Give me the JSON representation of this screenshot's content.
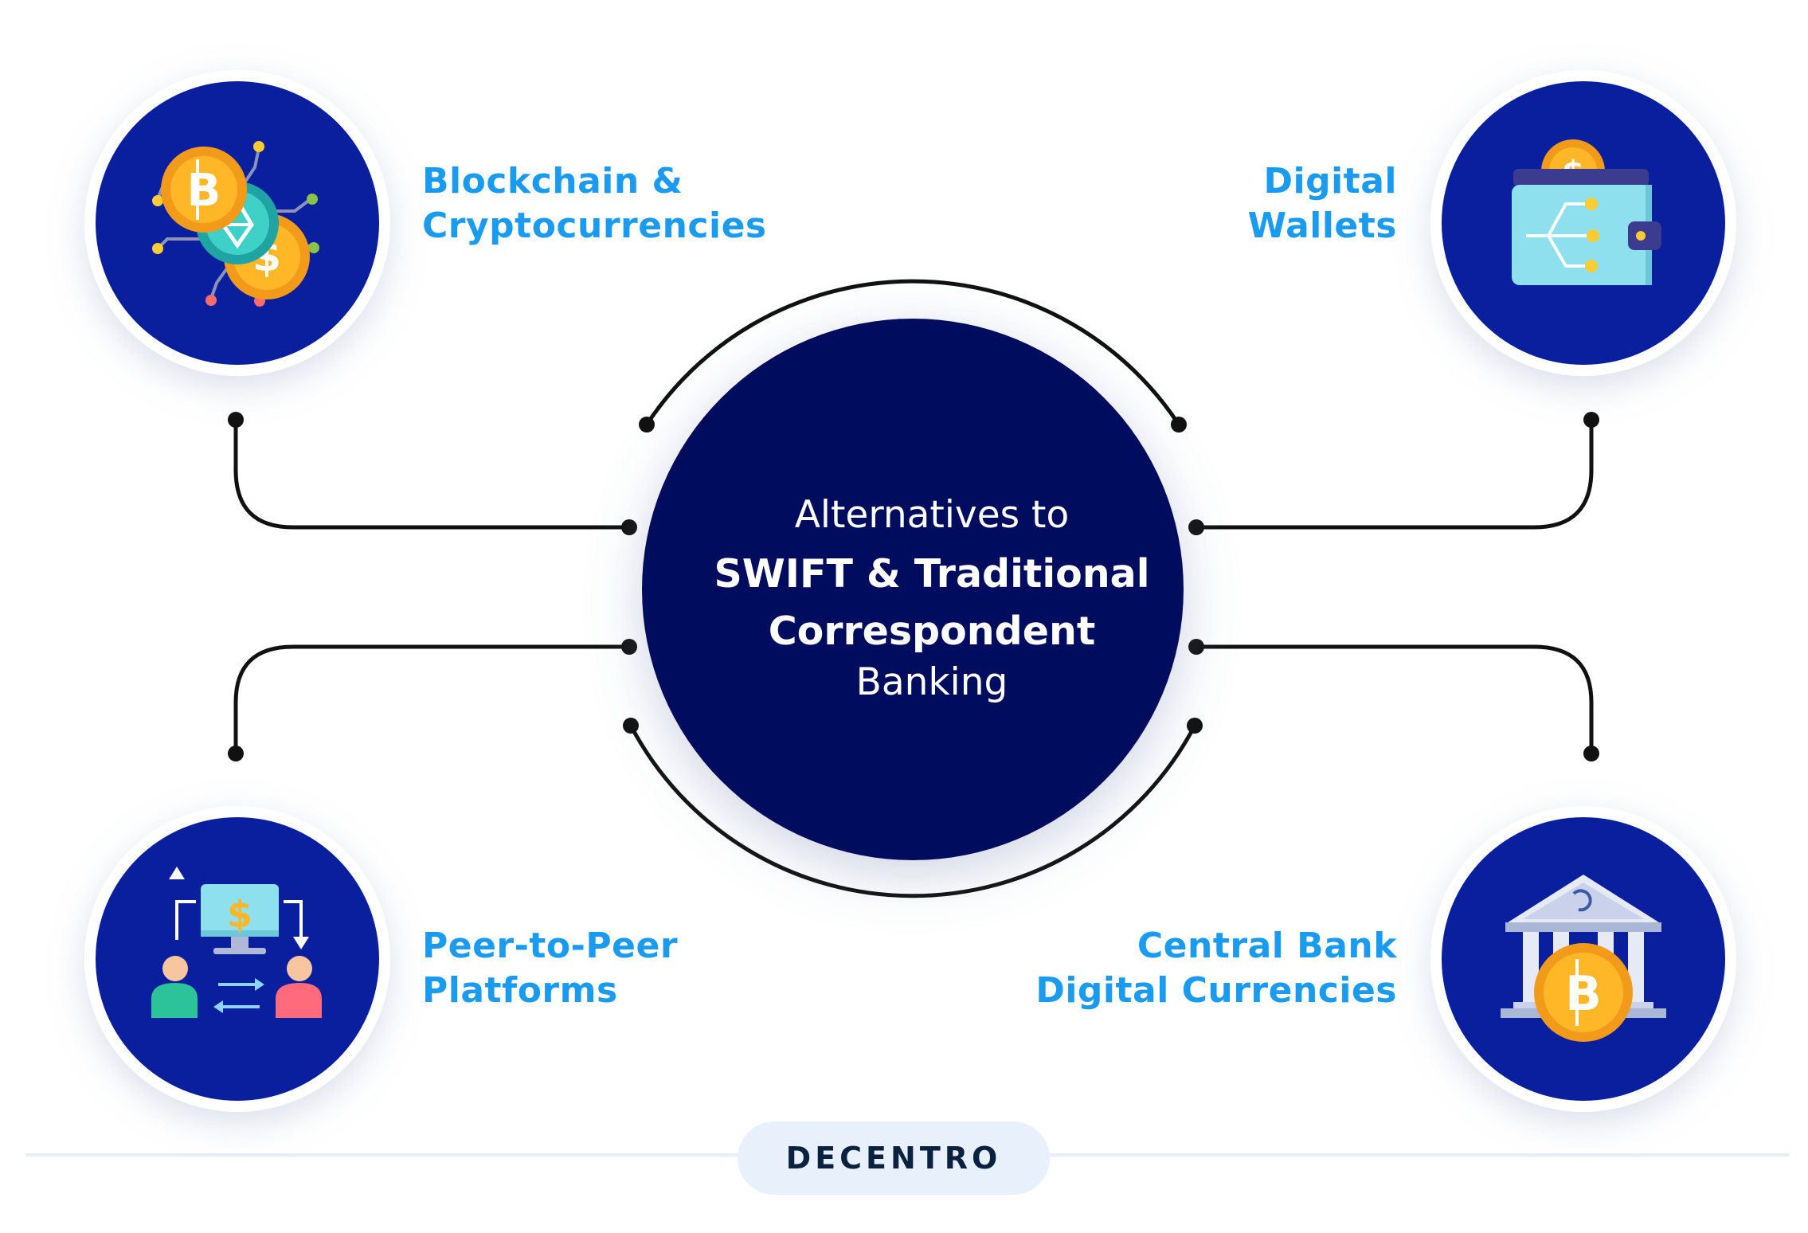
{
  "center": {
    "line1": "Alternatives to",
    "line2": "SWIFT & Traditional",
    "line3": "Correspondent",
    "line4": "Banking"
  },
  "nodes": [
    {
      "lines": [
        "Blockchain &",
        "Cryptocurrencies"
      ],
      "icon": "crypto-coins-icon"
    },
    {
      "lines": [
        "Digital",
        "Wallets"
      ],
      "icon": "digital-wallet-icon"
    },
    {
      "lines": [
        "Peer-to-Peer",
        "Platforms"
      ],
      "icon": "peer-transfer-icon"
    },
    {
      "lines": [
        "Central Bank",
        "Digital Currencies"
      ],
      "icon": "central-bank-bitcoin-icon"
    }
  ],
  "brand": {
    "name": "DECENTRO"
  },
  "colors": {
    "center_circle": "#02075f",
    "node_circle": "#0a1f9e",
    "label": "#1a9bf0",
    "connector": "#111111",
    "brand_pill": "#e8f1fb"
  }
}
